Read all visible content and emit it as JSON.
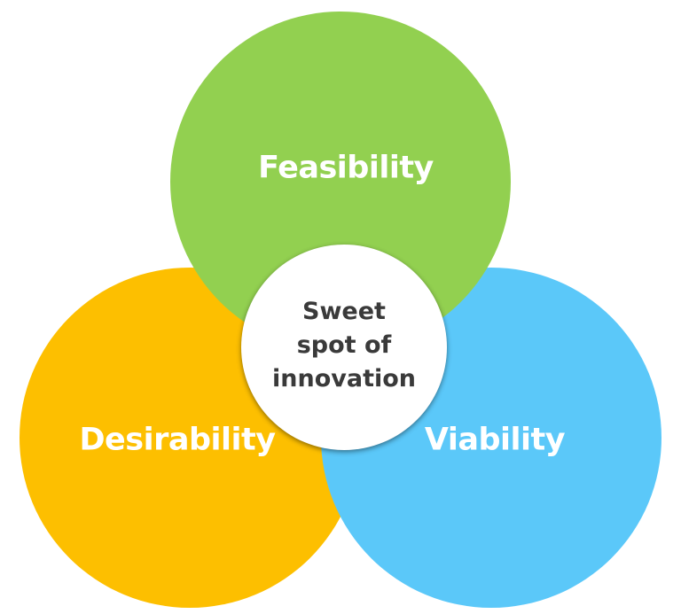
{
  "diagram": {
    "circles": {
      "desirability": {
        "label": "Desirability",
        "color": "#FDBF00"
      },
      "viability": {
        "label": "Viability",
        "color": "#5BC8F9"
      },
      "feasibility": {
        "label": "Feasibility",
        "color": "#92D050"
      }
    },
    "center": {
      "lines": [
        "Sweet",
        "spot of",
        "innovation"
      ],
      "color": "#FFFFFF",
      "text_color": "#3A3A3A"
    }
  }
}
